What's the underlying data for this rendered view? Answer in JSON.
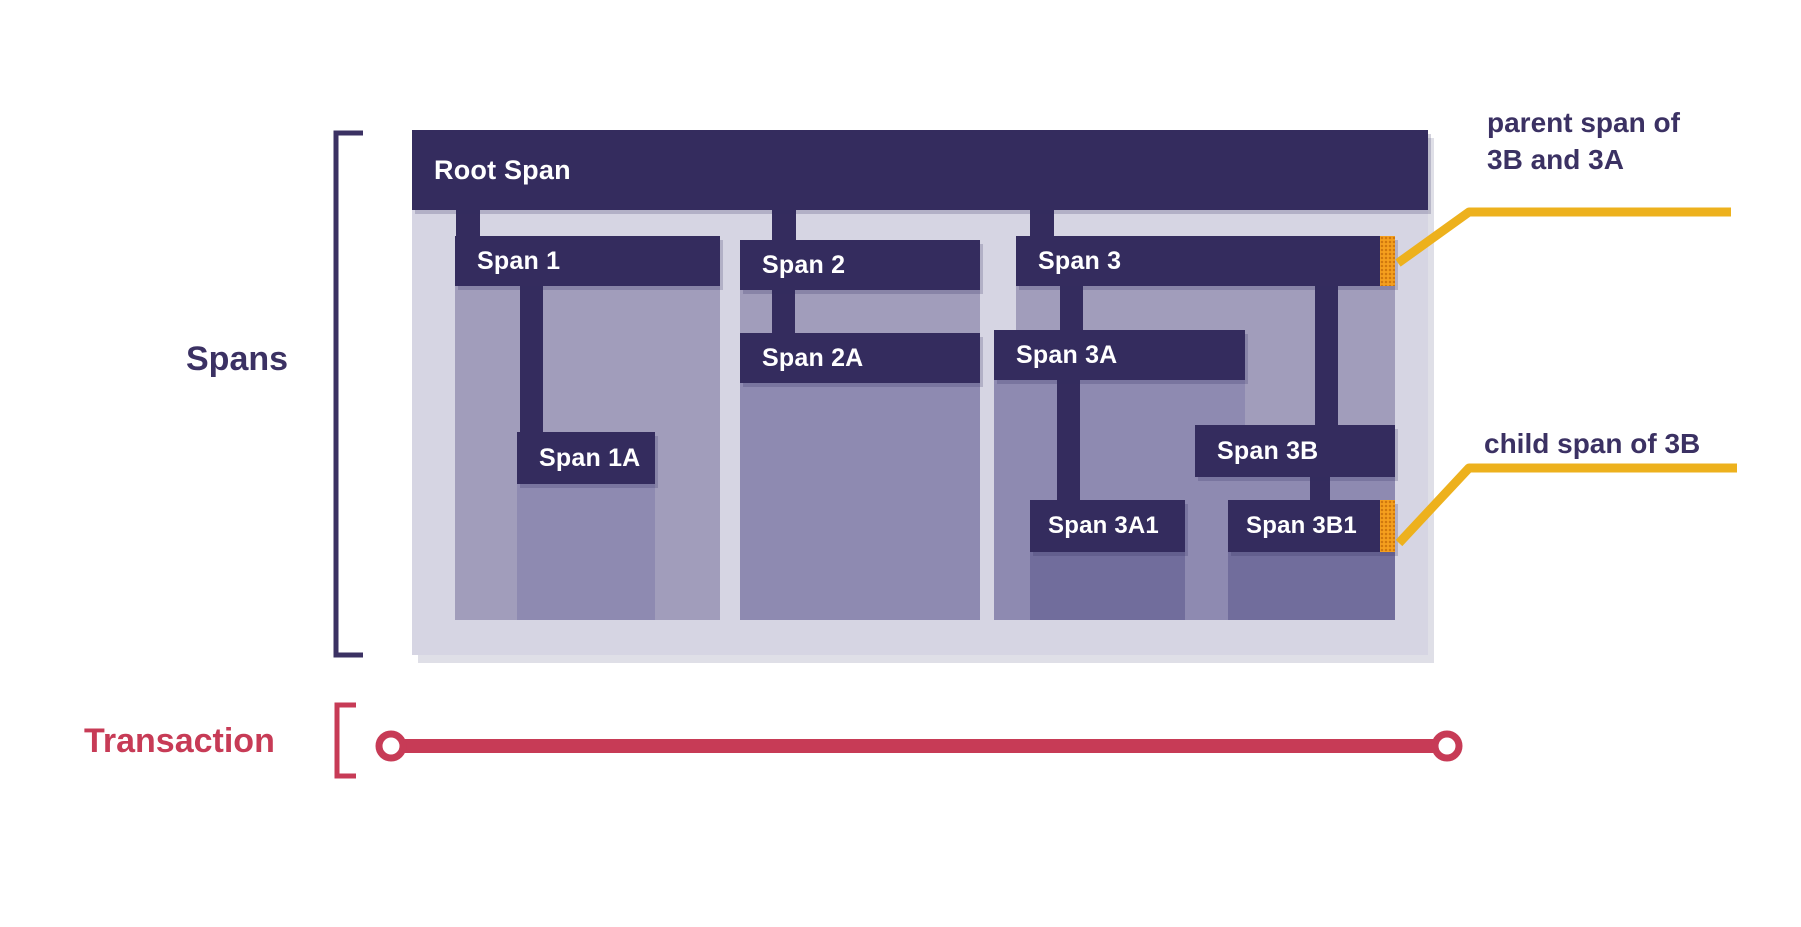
{
  "diagram": {
    "side_labels": {
      "spans": "Spans",
      "transaction": "Transaction"
    },
    "tree": {
      "root": {
        "label": "Root Span"
      },
      "span1": {
        "label": "Span 1"
      },
      "span1a": {
        "label": "Span 1A"
      },
      "span2": {
        "label": "Span 2"
      },
      "span2a": {
        "label": "Span 2A"
      },
      "span3": {
        "label": "Span 3"
      },
      "span3a": {
        "label": "Span 3A"
      },
      "span3a1": {
        "label": "Span 3A1"
      },
      "span3b": {
        "label": "Span 3B"
      },
      "span3b1": {
        "label": "Span 3B1"
      }
    },
    "annotations": {
      "parent_note_line1": "parent span of",
      "parent_note_line2": "3B and 3A",
      "child_note": "child span of 3B"
    },
    "colors": {
      "bar_navy": "#342c5e",
      "container": "#d6d5e3",
      "shade_l1": "#a19dbb",
      "shade_l2": "#8e8ab1",
      "shade_l3": "#716d9c",
      "marker_orange": "#f5a01e",
      "callout_yellow": "#edb11d",
      "transaction_red": "#c73b56",
      "label_navy": "#3b3163"
    }
  }
}
